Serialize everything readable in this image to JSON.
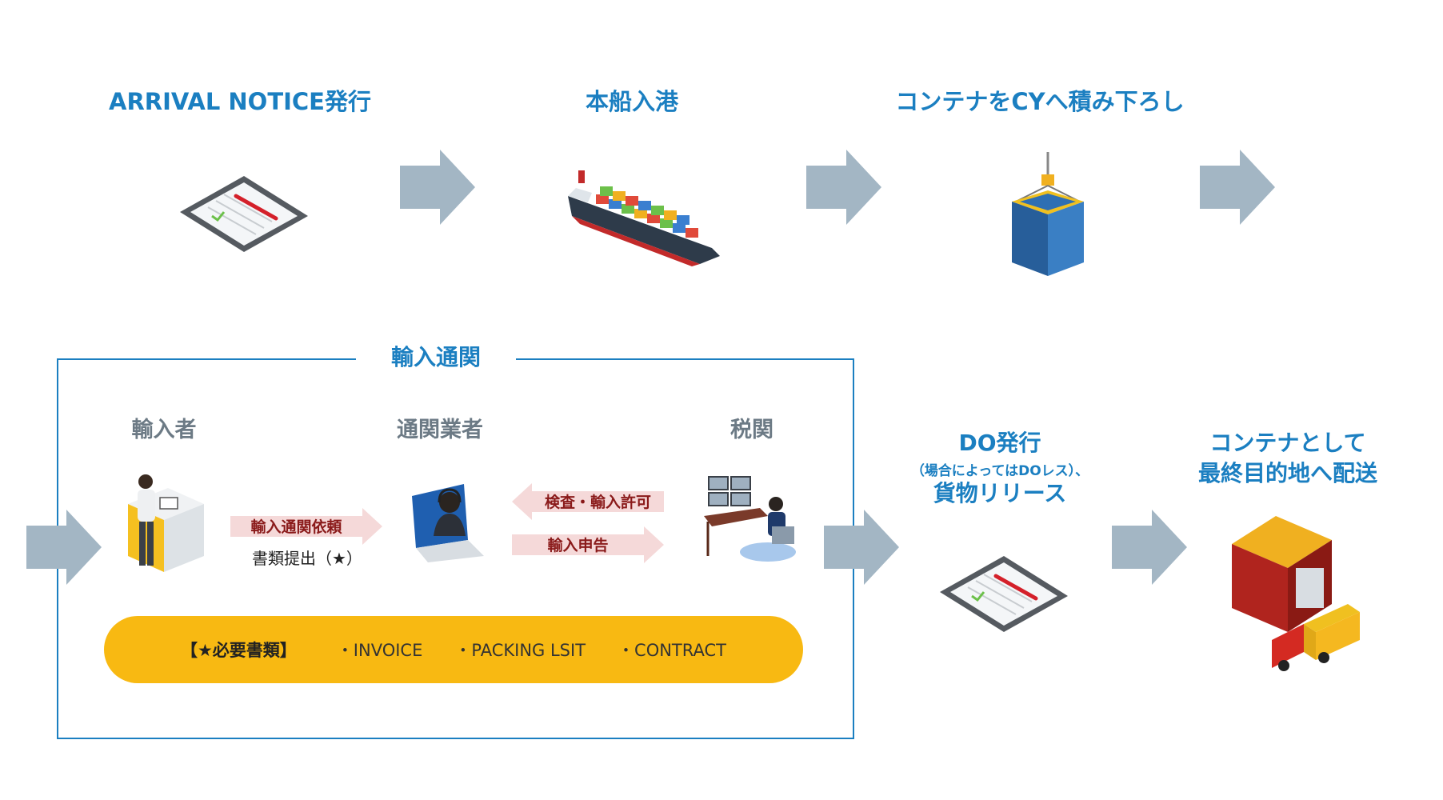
{
  "top_steps": [
    {
      "title": "ARRIVAL NOTICE発行",
      "icon": "tablet-document-icon"
    },
    {
      "title": "本船入港",
      "icon": "container-ship-icon"
    },
    {
      "title": "コンテナをCYへ積み下ろし",
      "icon": "crane-container-icon"
    }
  ],
  "customs": {
    "title": "輸入通関",
    "actors": [
      {
        "name": "輸入者",
        "icon": "importer-person-icon"
      },
      {
        "name": "通関業者",
        "icon": "broker-headset-icon"
      },
      {
        "name": "税関",
        "icon": "customs-office-icon"
      }
    ],
    "flows": {
      "request_label": "輸入通関依頼",
      "docs_label": "書類提出（★）",
      "permit_label": "検査・輸入許可",
      "declaration_label": "輸入申告"
    },
    "required_docs": {
      "heading": "【★必要書類】",
      "items": [
        "・INVOICE",
        "・PACKING LSIT",
        "・CONTRACT"
      ]
    }
  },
  "do_step": {
    "title": "DO発行",
    "note": "（場合によってはDOレス）、",
    "subtitle": "貨物リリース",
    "icon": "tablet-document-icon"
  },
  "final_step": {
    "line1": "コンテナとして",
    "line2": "最終目的地へ配送",
    "icon": "warehouse-truck-icon"
  },
  "colors": {
    "accent_blue": "#1b7fc1",
    "arrow_gray": "#a3b6c4",
    "gray_text": "#6c7a85",
    "docs_yellow": "#f8b912",
    "pink_arrow": "#f5d9d9",
    "pink_text": "#8a1a1a"
  }
}
